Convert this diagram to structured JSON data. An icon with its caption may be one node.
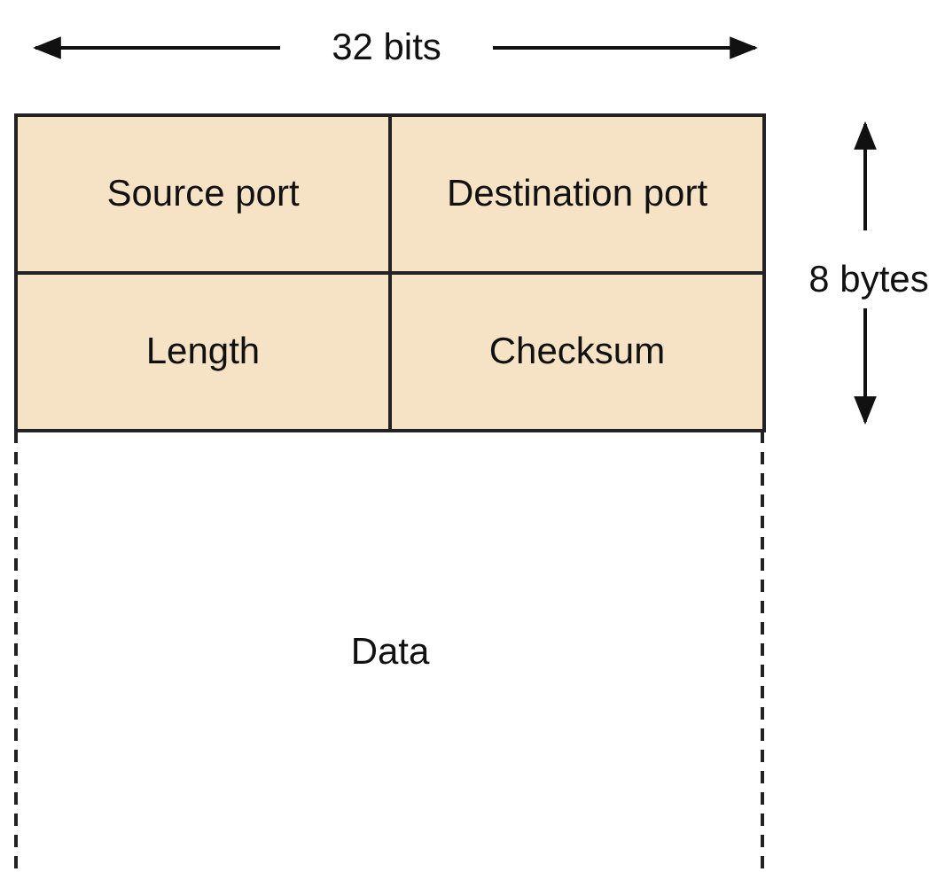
{
  "diagram": {
    "labels": [
      "32 bits",
      "Source port",
      "Destination port",
      "8 bytes",
      "Length",
      "Checksum",
      "Data"
    ]
  }
}
